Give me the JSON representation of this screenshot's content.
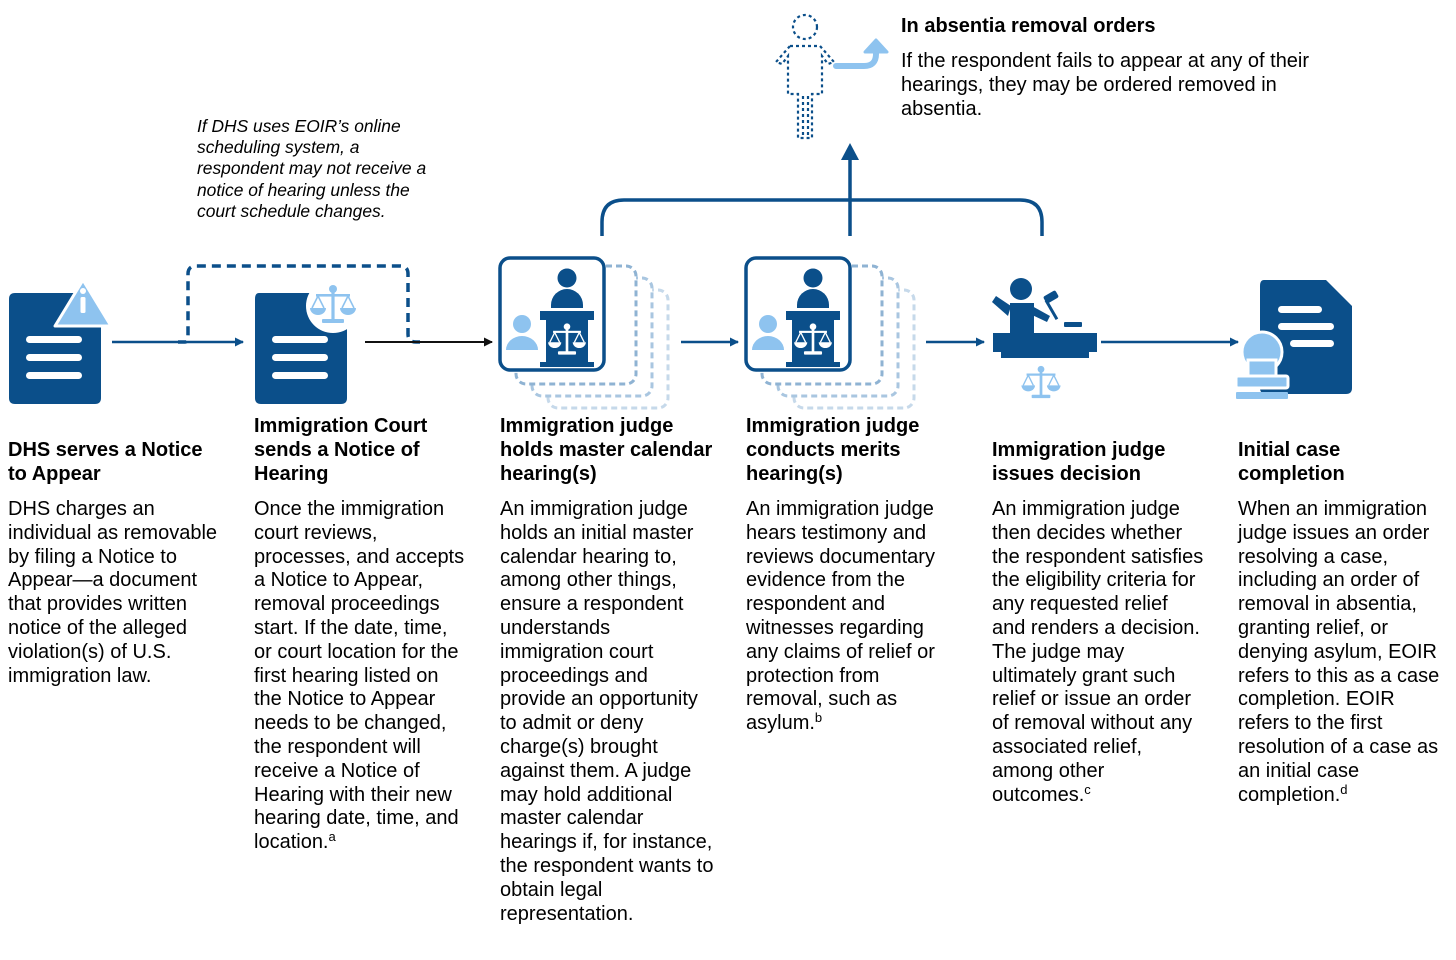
{
  "colors": {
    "dark_blue": "#0b4f8a",
    "light_blue": "#8ec3ef",
    "pale_blue": "#c6d9ea"
  },
  "icons": [
    "notice-to-appear-document-icon",
    "info-icon",
    "notice-of-hearing-document-icon",
    "scales-of-justice-icon",
    "master-calendar-hearing-icon",
    "merits-hearing-icon",
    "judge-decision-icon",
    "case-completion-document-icon",
    "stamp-icon",
    "absent-person-icon"
  ],
  "scheduling_note": "If DHS uses EOIR’s online scheduling system, a respondent may not receive a notice of hearing unless the court schedule changes.",
  "absentia": {
    "title": "In absentia removal orders",
    "body": "If the respondent fails to appear at any of their hearings, they may be ordered removed in absentia."
  },
  "steps": [
    {
      "title": "DHS serves a Notice to Appear",
      "body": "DHS charges an individual as removable by filing a Notice to Appear—a document that provides written notice of the alleged violation(s) of U.S. immigration law.",
      "footnote": ""
    },
    {
      "title": "Immigration Court sends a Notice of Hearing",
      "body": "Once the immigration court reviews, processes, and accepts a Notice to Appear, removal proceedings start. If the date, time, or court location for the first hearing listed on the Notice to Appear needs to be changed, the respondent will receive a Notice of Hearing with their new hearing date, time, and location.",
      "footnote": "a"
    },
    {
      "title": "Immigration judge holds master calendar hearing(s)",
      "body": "An immigration judge holds an initial master calendar hearing to, among other things, ensure a respondent understands immigration court proceedings and provide an opportunity to admit or deny charge(s) brought against them. A judge may hold additional master calendar hearings if, for instance, the respondent wants to obtain legal representation.",
      "footnote": ""
    },
    {
      "title": "Immigration judge conducts merits hearing(s)",
      "body": "An immigration judge hears testimony and reviews documentary evidence from the respondent and witnesses regarding any claims of relief or protection from removal, such as asylum.",
      "footnote": "b"
    },
    {
      "title": "Immigration judge issues decision",
      "body": "An immigration judge then decides whether the respondent satisfies the eligibility criteria for any requested relief and renders a decision. The judge may ultimately grant such relief or issue an order of removal without any associated relief, among other outcomes.",
      "footnote": "c"
    },
    {
      "title": "Initial case completion",
      "body": "When an immigration judge issues an order resolving a case, including an order of removal in absentia, granting relief, or denying asylum, EOIR refers to this as a case completion. EOIR refers to the first resolution of a case as an initial case completion.",
      "footnote": "d"
    }
  ]
}
